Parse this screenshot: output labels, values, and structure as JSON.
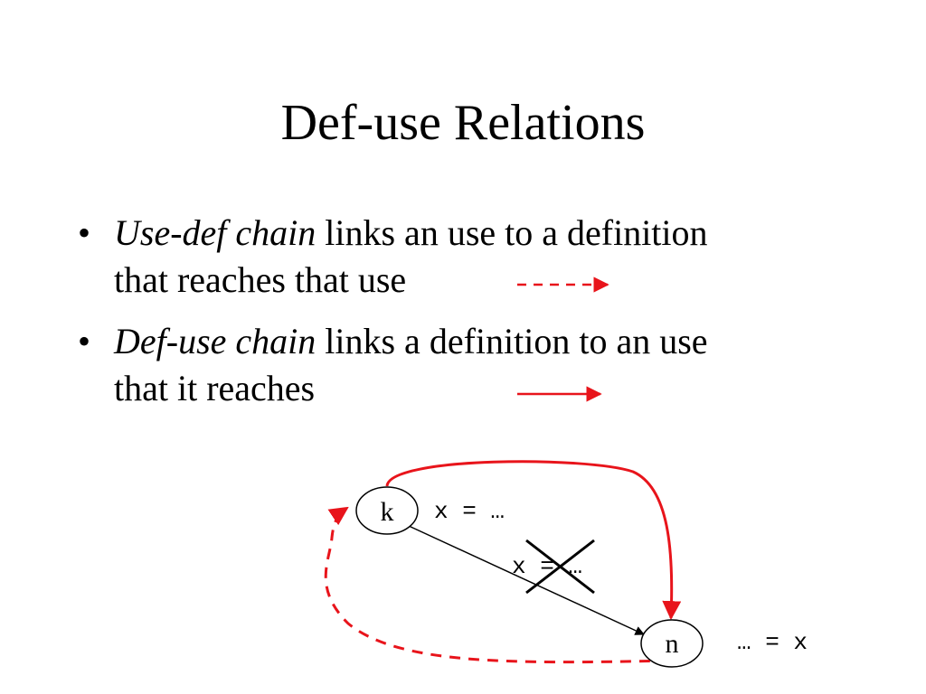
{
  "slide": {
    "title": "Def-use Relations",
    "bullets": [
      {
        "marker": "•",
        "term": "Use-def chain",
        "rest_line1": " links an use to a definition",
        "line2": "that reaches that use",
        "legend": "dashed red arrow"
      },
      {
        "marker": "•",
        "term": "Def-use chain",
        "rest_line1": " links a definition to an use",
        "line2": "that it reaches",
        "legend": "solid red arrow"
      }
    ]
  },
  "diagram": {
    "node_k": "k",
    "node_n": "n",
    "stmt_k": "x = …",
    "stmt_mid": "x = …",
    "stmt_n": "… = x",
    "colors": {
      "chain": "#e8141b",
      "edge": "#000000"
    }
  }
}
